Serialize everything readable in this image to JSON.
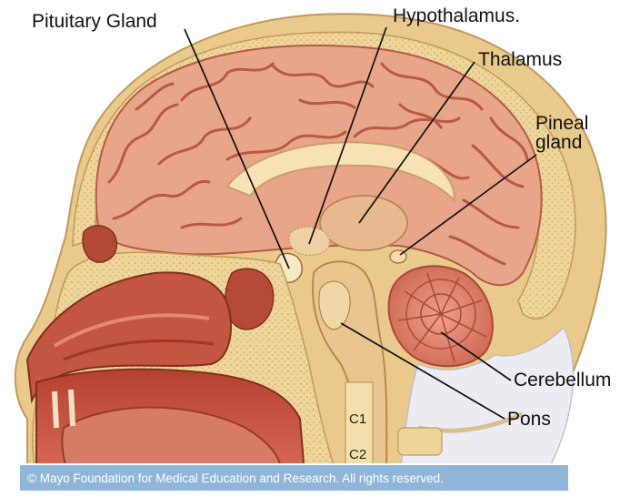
{
  "labels": {
    "pituitary": "Pituitary Gland",
    "hypothalamus": "Hypothalamus.",
    "thalamus": "Thalamus",
    "pineal_1": "Pineal",
    "pineal_2": "gland",
    "cerebellum": "Cerebellum",
    "pons": "Pons"
  },
  "vertebrae": {
    "c1": "C1",
    "c2": "C2"
  },
  "copyright": "© Mayo Foundation for Medical Education and Research. All rights reserved.",
  "colors": {
    "skin": "#e9c98c",
    "skull": "#f3dd9e",
    "cortex": "#e8a58a",
    "cortex_dark": "#b65a46",
    "cerebellum": "#e07e6a",
    "nasal": "#c4553e",
    "footer_bar": "#8fb6d8"
  }
}
